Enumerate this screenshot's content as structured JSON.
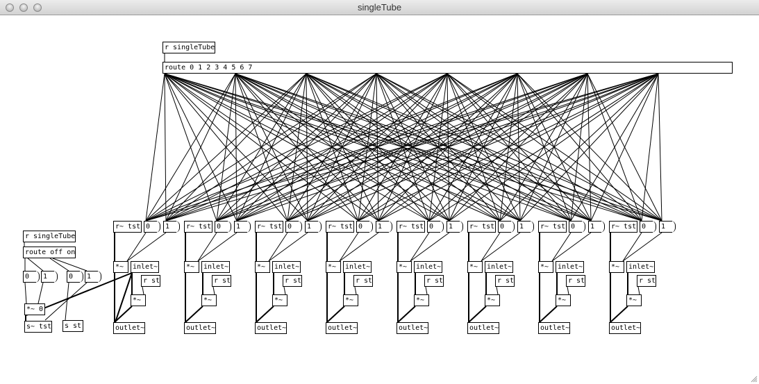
{
  "window": {
    "title": "singleTube"
  },
  "top": {
    "receive": "r singleTube",
    "route": "route 0 1 2 3 4 5 6 7"
  },
  "voice": {
    "receive_tilde": "r~ tst",
    "msg_zero": "0",
    "msg_one": "1",
    "multiply": "*~",
    "inlet": "inlet~",
    "receive_st": "r st",
    "multiply2": "*~",
    "outlet": "outlet~"
  },
  "control": {
    "receive": "r singleTube",
    "route": "route off on",
    "msg_a0": "0",
    "msg_a1": "1",
    "msg_b0": "0",
    "msg_b1": "1",
    "multiply": "*~ 0",
    "send_tilde": "s~ tst",
    "send_st": "s st"
  }
}
